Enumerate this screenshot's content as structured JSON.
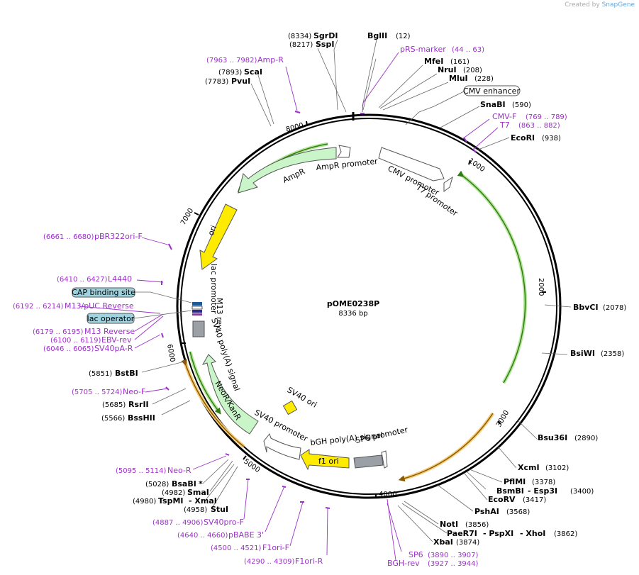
{
  "credit": {
    "prefix": "Created by",
    "brand": "SnapGene"
  },
  "plasmid": {
    "name": "pOME0238P",
    "size": "8336 bp"
  },
  "ticks": [
    "1000",
    "2000",
    "3000",
    "4000",
    "5000",
    "6000",
    "7000",
    "8000"
  ],
  "features": {
    "cmv_promoter": "CMV promoter",
    "t7_promoter": "T7 promoter",
    "ampr_promoter": "AmpR promoter",
    "ampr": "AmpR",
    "ori": "ori",
    "lac_promoter": "lac promoter",
    "m13_rev": "M13 rev",
    "sv40_polya": "SV40 poly(A) signal",
    "neor": "NeoR/KanR",
    "sv40_promoter": "SV40 promoter",
    "sv40_ori": "SV40 ori",
    "bgh_polya": "bGH poly(A) signal",
    "sp6_promoter": "SP6 promoter",
    "f1_ori": "f1 ori"
  },
  "boxed": {
    "cmv_enhancer": "CMV enhancer",
    "cap_site": "CAP binding site",
    "lac_operator": "lac operator"
  },
  "sites": {
    "sgrdi": {
      "pos": "(8334)",
      "name": "SgrDI"
    },
    "bglii": {
      "pos": "(12)",
      "name": "BglII"
    },
    "sspi": {
      "pos": "(8217)",
      "name": "SspI"
    },
    "mfei": {
      "pos": "(161)",
      "name": "MfeI"
    },
    "nrui": {
      "pos": "(208)",
      "name": "NruI"
    },
    "mlui": {
      "pos": "(228)",
      "name": "MluI"
    },
    "snabi": {
      "pos": "(590)",
      "name": "SnaBI"
    },
    "ecori": {
      "pos": "(938)",
      "name": "EcoRI"
    },
    "scai": {
      "pos": "(7893)",
      "name": "ScaI"
    },
    "pvui": {
      "pos": "(7783)",
      "name": "PvuI"
    },
    "bbvci": {
      "pos": "(2078)",
      "name": "BbvCI"
    },
    "bsiwi": {
      "pos": "(2358)",
      "name": "BsiWI"
    },
    "bsu36i": {
      "pos": "(2890)",
      "name": "Bsu36I"
    },
    "xcmi": {
      "pos": "(3102)",
      "name": "XcmI"
    },
    "pflmi": {
      "pos": "(3378)",
      "name": "PflMI"
    },
    "bsmbi": {
      "pos": "(3400)",
      "name": "BsmBI",
      "extra": "- Esp3I"
    },
    "ecorv": {
      "pos": "(3417)",
      "name": "EcoRV"
    },
    "pshai": {
      "pos": "(3568)",
      "name": "PshAI"
    },
    "noti": {
      "pos": "(3856)",
      "name": "NotI"
    },
    "paer7i": {
      "pos": "(3862)",
      "name": "PaeR7I",
      "extra1": "- PspXI",
      "extra2": "- XhoI"
    },
    "xbai": {
      "pos": "(3874)",
      "name": "XbaI"
    },
    "bstbi": {
      "pos": "(5851)",
      "name": "BstBI"
    },
    "rsrii": {
      "pos": "(5685)",
      "name": "RsrII"
    },
    "bsshii": {
      "pos": "(5566)",
      "name": "BssHII"
    },
    "bsabi": {
      "pos": "(5028)",
      "name": "BsaBI",
      "mark": "*"
    },
    "smai": {
      "pos": "(4982)",
      "name": "SmaI"
    },
    "tspmi": {
      "pos": "(4980)",
      "name": "TspMI",
      "extra": "- XmaI"
    },
    "stui": {
      "pos": "(4958)",
      "name": "StuI"
    }
  },
  "primers": {
    "amp_r": {
      "pos": "(7963 .. 7982)",
      "name": "Amp-R"
    },
    "prs_marker": {
      "pos": "(44 .. 63)",
      "name": "pRS-marker"
    },
    "cmv_f": {
      "pos": "(769 .. 789)",
      "name": "CMV-F"
    },
    "t7": {
      "pos": "(863 .. 882)",
      "name": "T7"
    },
    "pbr322": {
      "pos": "(6661 .. 6680)",
      "name": "pBR322ori-F"
    },
    "l4440": {
      "pos": "(6410 .. 6427)",
      "name": "L4440"
    },
    "m13puc": {
      "pos": "(6192 .. 6214)",
      "name": "M13/pUC Reverse"
    },
    "m13rev": {
      "pos": "(6179 .. 6195)",
      "name": "M13 Reverse"
    },
    "ebv": {
      "pos": "(6100 .. 6119)",
      "name": "EBV-rev"
    },
    "sv40pa": {
      "pos": "(6046 .. 6065)",
      "name": "SV40pA-R"
    },
    "neo_f": {
      "pos": "(5705 .. 5724)",
      "name": "Neo-F"
    },
    "neo_r": {
      "pos": "(5095 .. 5114)",
      "name": "Neo-R"
    },
    "sv40pro": {
      "pos": "(4887 .. 4906)",
      "name": "SV40pro-F"
    },
    "pbabe": {
      "pos": "(4640 .. 4660)",
      "name": "pBABE 3'"
    },
    "f1ori_f": {
      "pos": "(4500 .. 4521)",
      "name": "F1ori-F"
    },
    "f1ori_r": {
      "pos": "(4290 .. 4309)",
      "name": "F1ori-R"
    },
    "sp6": {
      "pos": "(3890 .. 3907)",
      "name": "SP6"
    },
    "bgh": {
      "pos": "(3927 .. 3944)",
      "name": "BGH-rev"
    }
  }
}
